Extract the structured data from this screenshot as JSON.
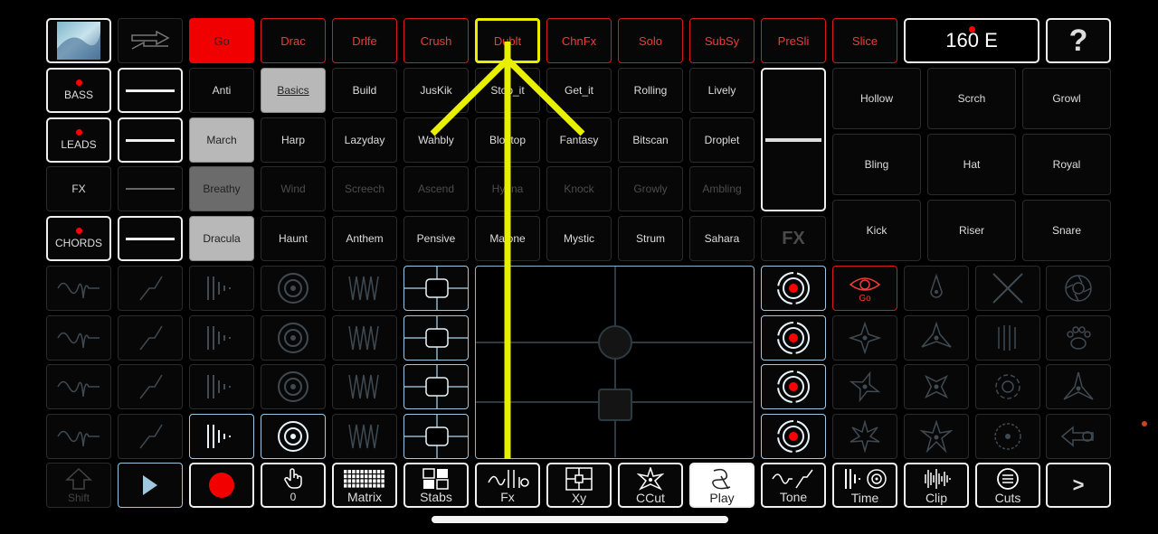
{
  "header": {
    "thumbnail_name": "preset-artwork",
    "tabs": [
      {
        "label": "Go"
      },
      {
        "label": "Drac"
      },
      {
        "label": "Drlfe"
      },
      {
        "label": "Crush"
      },
      {
        "label": "Dublt"
      },
      {
        "label": "ChnFx"
      },
      {
        "label": "Solo"
      },
      {
        "label": "SubSy"
      },
      {
        "label": "PreSli"
      },
      {
        "label": "Slice"
      }
    ],
    "bpm": "160 E",
    "help": "?"
  },
  "categories": [
    {
      "label": "BASS",
      "active": true
    },
    {
      "label": "LEADS",
      "active": true
    },
    {
      "label": "FX",
      "active": false
    },
    {
      "label": "CHORDS",
      "active": true
    }
  ],
  "presets": [
    [
      "Anti",
      "Basics",
      "Build",
      "JusKik",
      "Stop_it",
      "Get_it",
      "Rolling",
      "Lively"
    ],
    [
      "March",
      "Harp",
      "Lazyday",
      "Wahbly",
      "Bloktop",
      "Fantasy",
      "Bitscan",
      "Droplet"
    ],
    [
      "Breathy",
      "Wind",
      "Screech",
      "Ascend",
      "Hyena",
      "Knock",
      "Growly",
      "Ambling"
    ],
    [
      "Dracula",
      "Haunt",
      "Anthem",
      "Pensive",
      "Malone",
      "Mystic",
      "Strum",
      "Sahara"
    ]
  ],
  "fx_label": "FX",
  "drums": [
    [
      "Hollow",
      "Scrch",
      "Growl"
    ],
    [
      "Bling",
      "Hat",
      "Royal"
    ],
    [
      "Kick",
      "Riser",
      "Snare"
    ]
  ],
  "go_pad_label": "Go",
  "toolbar": [
    {
      "label": "Shift"
    },
    {
      "label": ""
    },
    {
      "label": ""
    },
    {
      "label": "0"
    },
    {
      "label": "Matrix"
    },
    {
      "label": "Stabs"
    },
    {
      "label": "Fx"
    },
    {
      "label": "Xy"
    },
    {
      "label": "CCut"
    },
    {
      "label": "Play"
    },
    {
      "label": "Tone"
    },
    {
      "label": "Time"
    },
    {
      "label": "Clip"
    },
    {
      "label": "Cuts"
    },
    {
      "label": ">"
    }
  ],
  "colors": {
    "accent_red": "#f00000",
    "highlight_yellow": "#e8f000",
    "pale_blue": "#9fc7e0"
  }
}
